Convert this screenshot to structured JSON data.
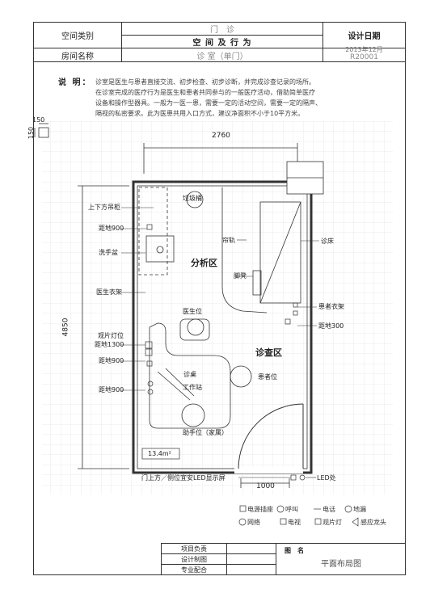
{
  "header": {
    "space_category_label": "空间类别",
    "category_value": "门　诊",
    "subtitle": "空 间 及 行 为",
    "design_date_label": "设计日期",
    "design_date": "2013年12月",
    "room_name_label": "房间名称",
    "room_name": "诊 室（单门）",
    "code": "R20001"
  },
  "notes": {
    "label": "说 明：",
    "lines": [
      "诊室是医生与患者直接交流、初步检查、初步诊断，并完成诊查记录的场所。",
      "在诊室完成的医疗行为是医生和患者共同参与的一般医疗活动，借助简单医疗",
      "设备和操作型器具。一般为一医一患，需要一定的活动空间，需要一定的隔声、",
      "隔视的私密要求。此为医患共用入口方式，建议净面积不小于10平方米。"
    ]
  },
  "grid_scale": {
    "w": "150",
    "h": "150"
  },
  "dimensions": {
    "width": "2760",
    "depth": "4850",
    "door": "1000"
  },
  "labels": {
    "upper_lower_cabinet": "上下方吊柜",
    "from_floor_900_a": "距地900",
    "wash_basin": "洗手盆",
    "coat_rack_doctor": "医生衣架",
    "film_viewer": "观片灯位",
    "from_floor_1300": "距地1300",
    "from_floor_900_b": "距地900",
    "from_floor_900_c": "距地900",
    "trash_bin": "垃圾桶",
    "curtain_rail": "帘轨",
    "analysis_zone": "分析区",
    "foot_stool": "脚凳",
    "exam_bed": "诊床",
    "doctor_seat": "医生位",
    "patient_coat_rack": "患者衣架",
    "from_floor_300": "距地300",
    "exam_zone": "诊查区",
    "desk": "诊桌",
    "workstation": "工作站",
    "patient_seat": "患者位",
    "assistant_seat": "助手位（家属）",
    "area": "13.4m²",
    "door_led_note": "门上方／侧位宜安LED显示屏",
    "led": "LED处"
  },
  "legend": {
    "power_socket": "电源插座",
    "call": "呼叫",
    "phone": "电话",
    "floor_drain": "地漏",
    "network": "网络",
    "tv": "电视",
    "film_light": "观片灯",
    "faucet": "感应龙头"
  },
  "footer": {
    "project_lead": "项目负责",
    "design_drawing": "设计制图",
    "specialty_coord": "专业配合",
    "drawing_name_label": "图　名",
    "drawing_name": "平面布局图"
  }
}
